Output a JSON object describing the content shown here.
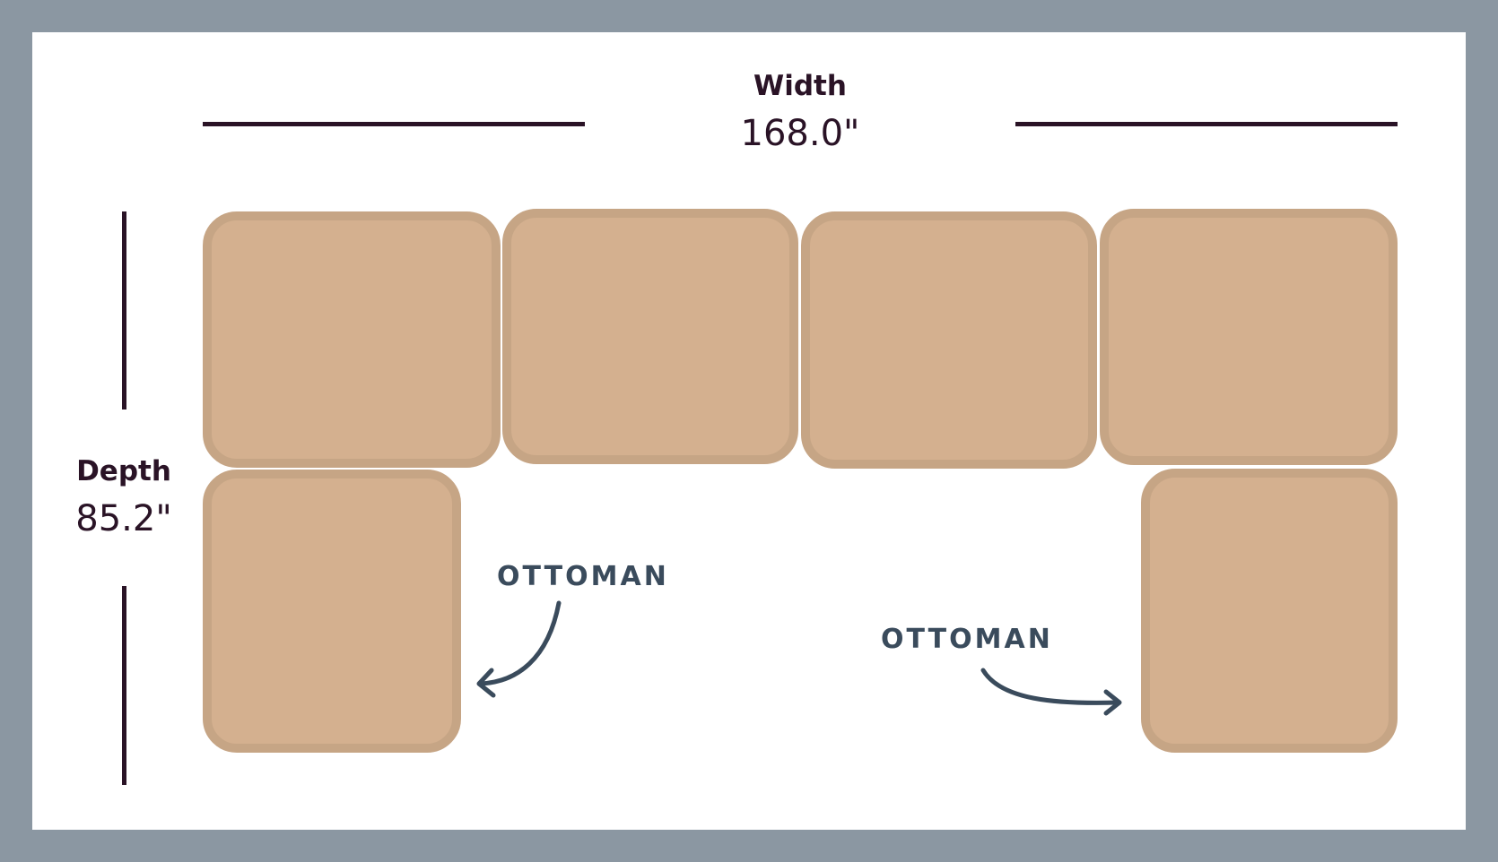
{
  "dimensions": {
    "width": {
      "label": "Width",
      "value": "168.0\""
    },
    "depth": {
      "label": "Depth",
      "value": "85.2\""
    }
  },
  "labels": {
    "ottoman_left": "OTTOMAN",
    "ottoman_right": "OTTOMAN"
  },
  "colors": {
    "frame": "#8b97a2",
    "background": "#ffffff",
    "cushion_fill": "#d4b08f",
    "cushion_border": "#c6a585",
    "dimension_lines": "#2a1326",
    "label_text": "#3a4b5c"
  }
}
